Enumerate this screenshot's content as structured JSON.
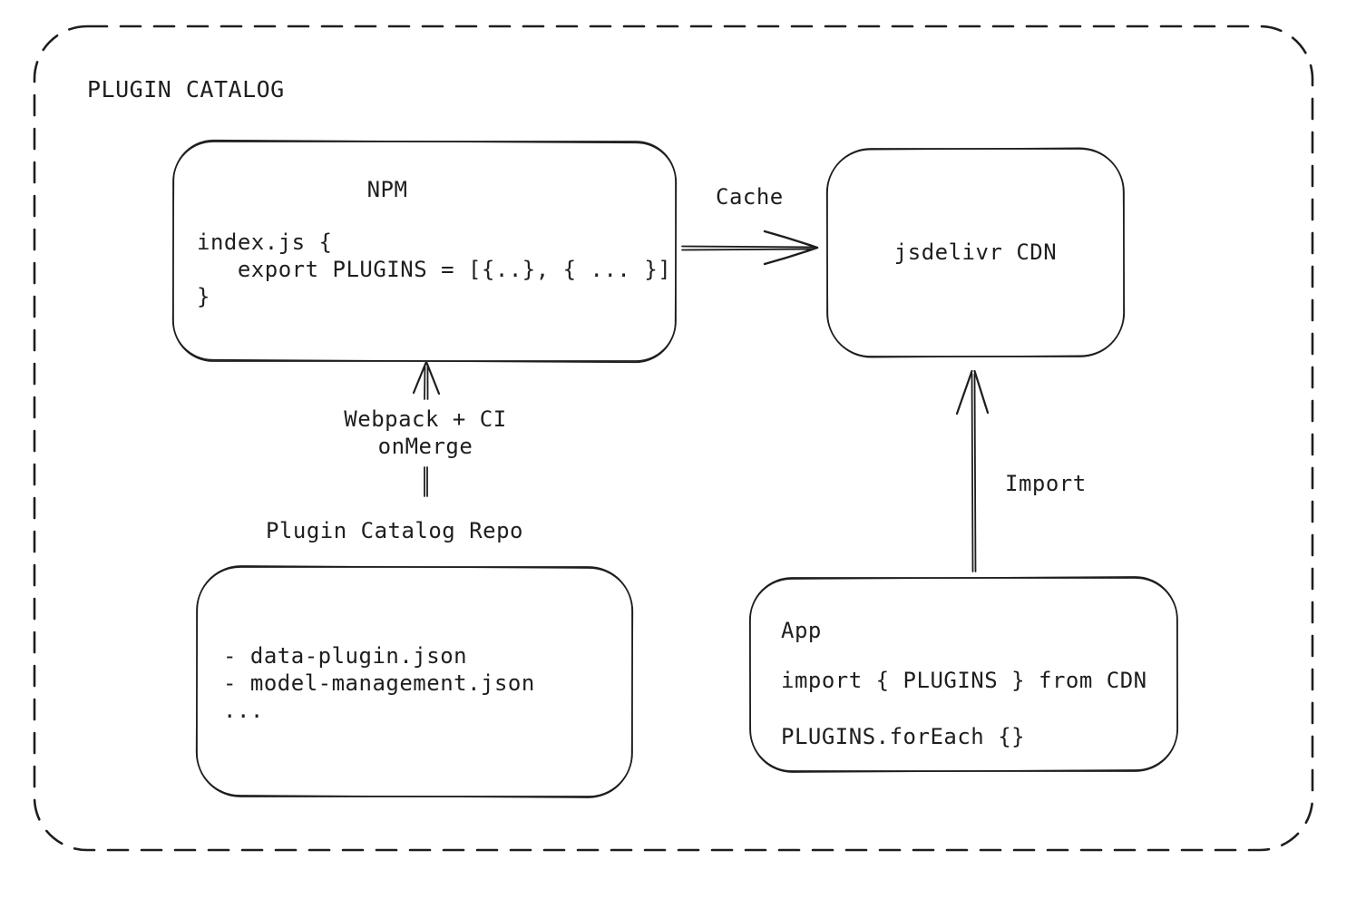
{
  "colors": {
    "stroke": "#1e1e1e",
    "background": "#ffffff"
  },
  "title": "PLUGIN CATALOG",
  "nodes": {
    "npm": {
      "title": "NPM",
      "code": "index.js {\n   export PLUGINS = [{..}, { ... }]\n}"
    },
    "cdn": {
      "label": "jsdelivr CDN"
    },
    "repo": {
      "label": "Plugin Catalog Repo",
      "files": "- data-plugin.json\n- model-management.json\n..."
    },
    "app": {
      "title": "App",
      "import_line": "import { PLUGINS } from CDN",
      "foreach_line": "PLUGINS.forEach {}"
    }
  },
  "edges": {
    "cache": {
      "label": "Cache"
    },
    "build": {
      "label": "Webpack + CI\nonMerge"
    },
    "import": {
      "label": "Import"
    }
  }
}
